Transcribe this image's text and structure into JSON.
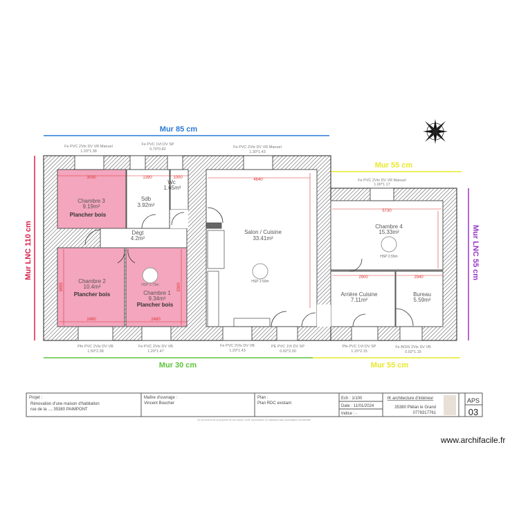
{
  "walls": {
    "top": {
      "label": "Mur 85 cm",
      "color": "#2a7ad8"
    },
    "right_top": {
      "label": "Mur 55 cm",
      "color": "#e8e82a"
    },
    "bottom_left": {
      "label": "Mur 30 cm",
      "color": "#5cc43a"
    },
    "bottom_right": {
      "label": "Mur 55 cm",
      "color": "#e8e82a"
    },
    "left": {
      "label": "Mur LNC 110 cm",
      "color": "#d8204a"
    },
    "right": {
      "label": "Mur LNC 55 cm",
      "color": "#9b35c9"
    }
  },
  "openings": [
    {
      "type": "Fe PVC 2Vtx DV VR Manuel",
      "size": "1.20*1.38"
    },
    {
      "type": "Fe PVC 1Vt DV SP",
      "size": "0.70*0.82"
    },
    {
      "type": "Fe PVC 2Vtx DV VR Manuel",
      "size": "1.30*1.43"
    },
    {
      "type": "Fe PVC 2Vtx DV VR Manuel",
      "size": "1.00*1.17"
    },
    {
      "type": "Pfe PVC 2Vtx DV VB",
      "size": "1.50*2.38"
    },
    {
      "type": "Fe PVC 2Vtx DV VB",
      "size": "1.20*1.47"
    },
    {
      "type": "Fe PVC 2Vtx DV VB",
      "size": "1.20*1.43"
    },
    {
      "type": "PE PVC 1Vt DV SP",
      "size": "0.92*2.30"
    },
    {
      "type": "Pfe PVC 1Vt DV SP",
      "size": "1.15*2.15"
    },
    {
      "type": "Fe BOIS 2Vtx SV VB",
      "size": "0.92*1.15"
    }
  ],
  "rooms": [
    {
      "name": "Chambre 3",
      "area": "9.19m²",
      "floor": "Plancher bois",
      "highlight": "#f4a6be"
    },
    {
      "name": "Sdb",
      "area": "3.92m²"
    },
    {
      "name": "Wc",
      "area": "1.65m²"
    },
    {
      "name": "Dégt",
      "area": "4.2m²"
    },
    {
      "name": "Chambre 2",
      "area": "10.4m²",
      "floor": "Plancher bois",
      "highlight": "#f4a6be"
    },
    {
      "name": "Chambre 1",
      "area": "9.34m²",
      "floor": "Plancher bois",
      "hsp": "HSP 2.73m",
      "highlight": "#f4a6be"
    },
    {
      "name": "Salon / Cuisine",
      "area": "33.41m²",
      "hsp": "HSP 2.50m"
    },
    {
      "name": "Chambre 4",
      "area": "15.33m²",
      "hsp": "HSP 2.55m"
    },
    {
      "name": "Arrière Cuisine",
      "area": "7.11m²"
    },
    {
      "name": "Bureau",
      "area": "5.59m²"
    }
  ],
  "dimensions": [
    "3030",
    "1390",
    "1000",
    "4640",
    "5730",
    "2900",
    "2940",
    "2480",
    "2480",
    "3455",
    "3300"
  ],
  "title_block": {
    "projet_label": "Projet :",
    "projet_line1": "Rénovation d'une maison d'habitation",
    "projet_line2": "rue de la ..., 35380 PAIMPONT",
    "moa_label": "Maître d'ouvrage :",
    "moa_value": "Vincent Boucher",
    "plan_label": "Plan :",
    "plan_value": "Plan RDC existant",
    "echelle": "Ech : 1/100",
    "date": "Date : 11/01/2024",
    "indice": "Indice : -",
    "company": "IK architecture d'intérieur",
    "company_city": "35380 Plélan le Grand",
    "company_phone": "0778317761",
    "phase": "APS",
    "sheet": "03",
    "footer_note": "Ce document est la propriété de son auteur, toute reproduction ou utilisation sans autorisation est interdite"
  },
  "watermark": "www.archifacile.fr"
}
